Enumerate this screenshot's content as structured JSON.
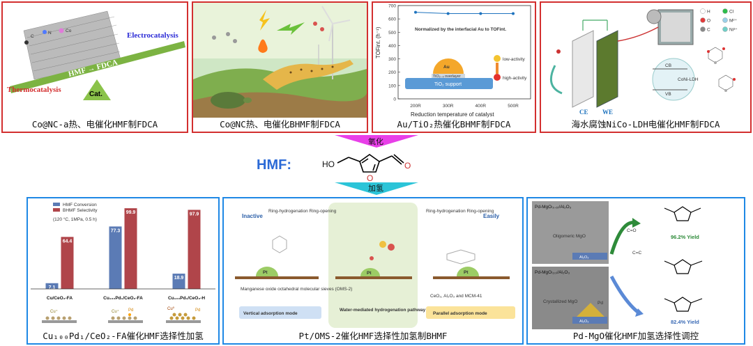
{
  "top_panels": [
    {
      "caption": "Co@NC-a热、电催化HMF制FDCA",
      "label_electro": "Electrocatalysis",
      "label_thermo": "Thermocatalysis",
      "label_reaction": "HMF → FDCA",
      "label_cat": "Cat.",
      "atoms": [
        "C",
        "N",
        "Co"
      ]
    },
    {
      "caption": "Co@NC热、电催化BHMF制FDCA"
    },
    {
      "caption": "Au/TiO₂热催化BHMF制FDCA",
      "ylabel": "TOFint. (h⁻¹)",
      "xlabel": "Reduction temperature of catalyst",
      "note": "Normalized by the interfacial Au to TOFint.",
      "au": "Au",
      "overlayer": "TiO₂₋ₓ overlayer",
      "support": "TiO₂ support",
      "low": "low-activity",
      "high": "high-activity"
    },
    {
      "caption": "海水腐蚀NiCo-LDH电催化HMF制FDCA",
      "ce": "CE",
      "we": "WE",
      "legend": [
        "H",
        "Cl",
        "O",
        "M²⁺",
        "C",
        "Ni³⁺"
      ],
      "cb": "CB",
      "vb": "VB",
      "ldh": "CoNi-LDH"
    }
  ],
  "center": {
    "oxidation": "氧化",
    "reduction": "加氢",
    "hmf_label": "HMF:",
    "ho": "HO",
    "o": "O"
  },
  "bottom_panels": [
    {
      "caption": "Cu₁₀₀Pd₁/CeO₂-FA催化HMF选择性加氢",
      "legend": [
        "HMF Conversion",
        "BHMF Selectivity"
      ],
      "conditions": "(120 °C, 1MPa, 0.5 h)",
      "catalysts": [
        "Cu/CeO₂-FA",
        "Cu₁₀₀Pd₁/CeO₂-FA",
        "Cu₁₀₀Pd₁/CeO₂-H"
      ],
      "species": [
        "Cu⁺",
        "Pd",
        "Cu⁺",
        "Cu⁰",
        "Pd"
      ]
    },
    {
      "caption": "Pt/OMS-2催化HMF选择性加氢制BHMF",
      "inactive": "Inactive",
      "easily": "Easily",
      "ring_left": "Ring-hydrogenation\nRing-opening",
      "ring_right": "Ring-hydrogenation\nRing-opening",
      "pt": "Pt",
      "oms": "Manganese oxide octahedral molecular sieves (OMS-2)",
      "water": "Water-mediated hydrogenation pathway",
      "supports": "CeO₂, Al₂O₃ and MCM-41",
      "vertical": "Vertical adsorption mode",
      "parallel": "Parallel adsorption mode"
    },
    {
      "caption": "Pd-MgO催化HMF加氢选择性调控",
      "label_top": "Pd-MgO₍₀.₅₎/Al₂O₃",
      "label_bot": "Pd-MgO₍₁₀₎/Al₂O₃",
      "oligo": "Oligomeric MgO",
      "cryst": "Crystallized MgO",
      "al2o3": "Al₂O₃",
      "yield1": "96.2% Yield",
      "yield2": "82.4% Yield",
      "pd": "Pd",
      "c_o": "C=O",
      "c_c": "C=C"
    }
  ],
  "chart_data": [
    {
      "type": "line",
      "x": [
        "200R",
        "300R",
        "400R",
        "500R"
      ],
      "series": [
        {
          "values": [
            650,
            640,
            640,
            640
          ]
        }
      ],
      "ylim": [
        0,
        700
      ],
      "yticks": [
        0,
        100,
        200,
        300,
        400,
        500,
        600,
        700
      ],
      "xlabel": "Reduction temperature of catalyst",
      "ylabel": "TOFint. (h⁻¹)"
    },
    {
      "type": "bar",
      "categories": [
        "Cu/CeO₂-FA",
        "Cu₁₀₀Pd₁/CeO₂-FA",
        "Cu₁₀₀Pd₁/CeO₂-H"
      ],
      "series": [
        {
          "name": "HMF Conversion",
          "values": [
            7.1,
            77.3,
            18.9
          ],
          "color": "#5b7bb5"
        },
        {
          "name": "BHMF Selectivity",
          "values": [
            64.4,
            99.9,
            97.9
          ],
          "color": "#b0454a"
        }
      ],
      "ylim": [
        0,
        100
      ]
    }
  ]
}
